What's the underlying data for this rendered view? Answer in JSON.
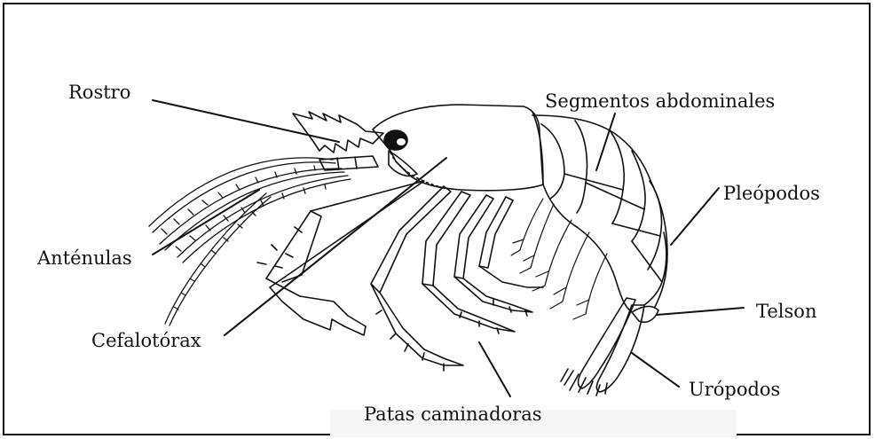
{
  "diagram": {
    "labels": {
      "rostro": "Rostro",
      "segmentos": "Segmentos abdominales",
      "pleopodos": "Pleópodos",
      "antenulas": "Anténulas",
      "telson": "Telson",
      "cefalotorax": "Cefalotórax",
      "uropodos": "Urópodos",
      "patas": "Patas caminadoras"
    },
    "colors": {
      "ink": "#111111",
      "background": "#ffffff",
      "caption_bg": "#f6f6f6"
    }
  }
}
